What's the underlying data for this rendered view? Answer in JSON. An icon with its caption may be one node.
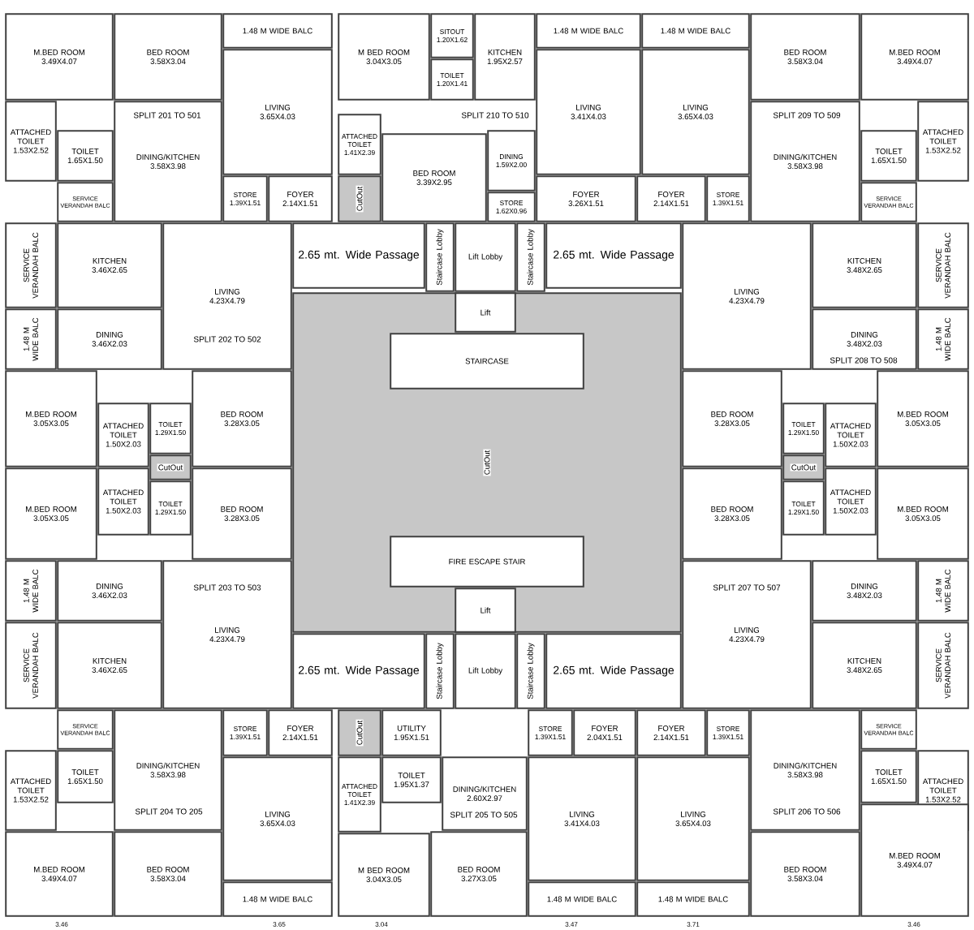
{
  "diagram": {
    "nodes": [
      {
        "text": [
          "M.BED ROOM",
          "3.49X4.07"
        ]
      },
      {
        "text": [
          "BED ROOM",
          "3.58X3.04"
        ]
      },
      {
        "text": [
          "1.48 M WIDE BALC"
        ]
      },
      {
        "text": [
          "M BED ROOM",
          "3.04X3.05"
        ]
      },
      {
        "text": [
          "SITOUT",
          "1.20X1.62"
        ]
      },
      {
        "text": [
          "KITCHEN",
          "1.95X2.57"
        ]
      },
      {
        "text": [
          "1.48 M WIDE BALC"
        ]
      },
      {
        "text": [
          "1.48 M WIDE BALC"
        ]
      },
      {
        "text": [
          "BED ROOM",
          "3.58X3.04"
        ]
      },
      {
        "text": [
          "M.BED ROOM",
          "3.49X4.07"
        ]
      },
      {
        "text": [
          "TOILET",
          "1.20X1.41"
        ]
      },
      {
        "text": [
          "LIVING",
          "3.65X4.03"
        ]
      },
      {
        "text": [
          "LIVING",
          "3.41X4.03"
        ]
      },
      {
        "text": [
          "LIVING",
          "3.65X4.03"
        ]
      },
      {
        "text": [
          "ATTACHED TOILET",
          "1.53X2.52"
        ]
      },
      {
        "text": [
          "TOILET",
          "1.65X1.50"
        ]
      },
      {
        "text": [
          "DINING/KITCHEN",
          "3.58X3.98"
        ]
      },
      {
        "text": [
          "ATTACHED TOILET",
          "1.41X2.39"
        ]
      },
      {
        "text": [
          "BED ROOM",
          "3.39X2.95"
        ]
      },
      {
        "text": [
          "DINING",
          "1.59X2.00"
        ]
      },
      {
        "text": [
          "DINING/KITCHEN",
          "3.58X3.98"
        ]
      },
      {
        "text": [
          "TOILET",
          "1.65X1.50"
        ]
      },
      {
        "text": [
          "ATTACHED TOILET",
          "1.53X2.52"
        ]
      },
      {
        "text": [
          "SERVICE VERANDAH BALC"
        ]
      },
      {
        "text": [
          "STORE",
          "1.39X1.51"
        ]
      },
      {
        "text": [
          "FOYER",
          "2.14X1.51"
        ]
      },
      {
        "text": [
          "CutOut"
        ]
      },
      {
        "text": [
          "STORE",
          "1.62X0.96"
        ]
      },
      {
        "text": [
          "FOYER",
          "3.26X1.51"
        ]
      },
      {
        "text": [
          "FOYER",
          "2.14X1.51"
        ]
      },
      {
        "text": [
          "STORE",
          "1.39X1.51"
        ]
      },
      {
        "text": [
          "SERVICE VERANDAH BALC"
        ]
      },
      {
        "text": [
          "SERVICE VERANDAH BALC"
        ]
      },
      {
        "text": [
          "KITCHEN",
          "3.46X2.65"
        ]
      },
      {
        "text": [
          "LIVING",
          "4.23X4.79"
        ]
      },
      {
        "text": [
          "2.65 mt. Wide Passage"
        ]
      },
      {
        "text": [
          "Staircase Lobby"
        ]
      },
      {
        "text": [
          "Lift Lobby"
        ]
      },
      {
        "text": [
          "Staircase Lobby"
        ]
      },
      {
        "text": [
          "2.65 mt. Wide Passage"
        ]
      },
      {
        "text": [
          "LIVING",
          "4.23X4.79"
        ]
      },
      {
        "text": [
          "KITCHEN",
          "3.48X2.65"
        ]
      },
      {
        "text": [
          "SERVICE VERANDAH BALC"
        ]
      },
      {
        "text": [
          "CutOut"
        ]
      },
      {
        "text": [
          "Lift"
        ],
        "in": 43
      },
      {
        "text": [
          "STAIRCASE"
        ],
        "in": 43
      },
      {
        "text": [
          "1.48 M WIDE BALC"
        ]
      },
      {
        "text": [
          "DINING",
          "3.46X2.03"
        ]
      },
      {
        "text": [
          "DINING",
          "3.48X2.03"
        ]
      },
      {
        "text": [
          "1.48 M WIDE BALC"
        ]
      },
      {
        "text": [
          "M.BED ROOM",
          "3.05X3.05"
        ]
      },
      {
        "text": [
          "ATTACHED TOILET",
          "1.50X2.03"
        ]
      },
      {
        "text": [
          "TOILET",
          "1.29X1.50"
        ]
      },
      {
        "text": [
          "BED ROOM",
          "3.28X3.05"
        ]
      },
      {
        "text": [
          "BED ROOM",
          "3.28X3.05"
        ]
      },
      {
        "text": [
          "TOILET",
          "1.29X1.50"
        ]
      },
      {
        "text": [
          "ATTACHED TOILET",
          "1.50X2.03"
        ]
      },
      {
        "text": [
          "M.BED ROOM",
          "3.05X3.05"
        ]
      },
      {
        "text": [
          "CutOut"
        ]
      },
      {
        "text": [
          "CutOut"
        ]
      },
      {
        "text": [
          "M.BED ROOM",
          "3.05X3.05"
        ]
      },
      {
        "text": [
          "ATTACHED TOILET",
          "1.50X2.03"
        ]
      },
      {
        "text": [
          "TOILET",
          "1.29X1.50"
        ]
      },
      {
        "text": [
          "BED ROOM",
          "3.28X3.05"
        ]
      },
      {
        "text": [
          "BED ROOM",
          "3.28X3.05"
        ]
      },
      {
        "text": [
          "TOILET",
          "1.29X1.50"
        ]
      },
      {
        "text": [
          "ATTACHED TOILET",
          "1.50X2.03"
        ]
      },
      {
        "text": [
          "M.BED ROOM",
          "3.05X3.05"
        ]
      },
      {
        "text": [
          "FIRE ESCAPE STAIR"
        ],
        "in": 43
      },
      {
        "text": [
          "1.48 M WIDE BALC"
        ]
      },
      {
        "text": [
          "DINING",
          "3.46X2.03"
        ]
      },
      {
        "text": [
          "LIVING",
          "4.23X4.79"
        ]
      },
      {
        "text": [
          "Lift"
        ],
        "in": 43
      },
      {
        "text": [
          "LIVING",
          "4.23X4.79"
        ]
      },
      {
        "text": [
          "DINING",
          "3.48X2.03"
        ]
      },
      {
        "text": [
          "1.48 M WIDE BALC"
        ]
      },
      {
        "text": [
          "SERVICE VERANDAH BALC"
        ]
      },
      {
        "text": [
          "KITCHEN",
          "3.46X2.65"
        ]
      },
      {
        "text": [
          "2.65 mt. Wide Passage"
        ]
      },
      {
        "text": [
          "Staircase Lobby"
        ]
      },
      {
        "text": [
          "Lift Lobby"
        ]
      },
      {
        "text": [
          "Staircase Lobby"
        ]
      },
      {
        "text": [
          "2.65 mt. Wide Passage"
        ]
      },
      {
        "text": [
          "KITCHEN",
          "3.48X2.65"
        ]
      },
      {
        "text": [
          "SERVICE VERANDAH BALC"
        ]
      },
      {
        "text": [
          "SERVICE VERANDAH BALC"
        ]
      },
      {
        "text": [
          "STORE",
          "1.39X1.51"
        ]
      },
      {
        "text": [
          "FOYER",
          "2.14X1.51"
        ]
      },
      {
        "text": [
          "CutOut"
        ]
      },
      {
        "text": [
          "UTILITY",
          "1.95X1.51"
        ]
      },
      {
        "text": [
          "STORE",
          "1.39X1.51"
        ]
      },
      {
        "text": [
          "FOYER",
          "2.04X1.51"
        ]
      },
      {
        "text": [
          "FOYER",
          "2.14X1.51"
        ]
      },
      {
        "text": [
          "STORE",
          "1.39X1.51"
        ]
      },
      {
        "text": [
          "SERVICE VERANDAH BALC"
        ]
      },
      {
        "text": [
          "ATTACHED TOILET",
          "1.53X2.52"
        ]
      },
      {
        "text": [
          "TOILET",
          "1.65X1.50"
        ]
      },
      {
        "text": [
          "DINING/KITCHEN",
          "3.58X3.98"
        ]
      },
      {
        "text": [
          "LIVING",
          "3.65X4.03"
        ]
      },
      {
        "text": [
          "ATTACHED TOILET",
          "1.41X2.39"
        ]
      },
      {
        "text": [
          "TOILET",
          "1.95X1.37"
        ]
      },
      {
        "text": [
          "DINING/KITCHEN",
          "2.60X2.97"
        ]
      },
      {
        "text": [
          "LIVING",
          "3.41X4.03"
        ]
      },
      {
        "text": [
          "LIVING",
          "3.65X4.03"
        ]
      },
      {
        "text": [
          "DINING/KITCHEN",
          "3.58X3.98"
        ]
      },
      {
        "text": [
          "TOILET",
          "1.65X1.50"
        ]
      },
      {
        "text": [
          "ATTACHED TOILET",
          "1.53X2.52"
        ]
      },
      {
        "text": [
          "M.BED ROOM",
          "3.49X4.07"
        ]
      },
      {
        "text": [
          "BED ROOM",
          "3.58X3.04"
        ]
      },
      {
        "text": [
          "M BED ROOM",
          "3.04X3.05"
        ]
      },
      {
        "text": [
          "BED ROOM",
          "3.27X3.05"
        ]
      },
      {
        "text": [
          "1.48 M WIDE BALC"
        ]
      },
      {
        "text": [
          "1.48 M WIDE BALC"
        ]
      },
      {
        "text": [
          "1.48 M WIDE BALC"
        ]
      },
      {
        "text": [
          "BED ROOM",
          "3.58X3.04"
        ]
      },
      {
        "text": [
          "M.BED ROOM",
          "3.49X4.07"
        ]
      }
    ],
    "labels": [
      "SPLIT 201 TO 501",
      "SPLIT 210 TO 510",
      "SPLIT 209 TO 509",
      "SPLIT 202 TO 502",
      "SPLIT 208 TO 508",
      "SPLIT 203 TO 503",
      "SPLIT 207 TO 507",
      "SPLIT 204 TO 205",
      "SPLIT 205 TO 505",
      "SPLIT 206 TO 506",
      "3.46",
      "3.65",
      "3.04",
      "3.47",
      "3.71",
      "3.46"
    ]
  }
}
